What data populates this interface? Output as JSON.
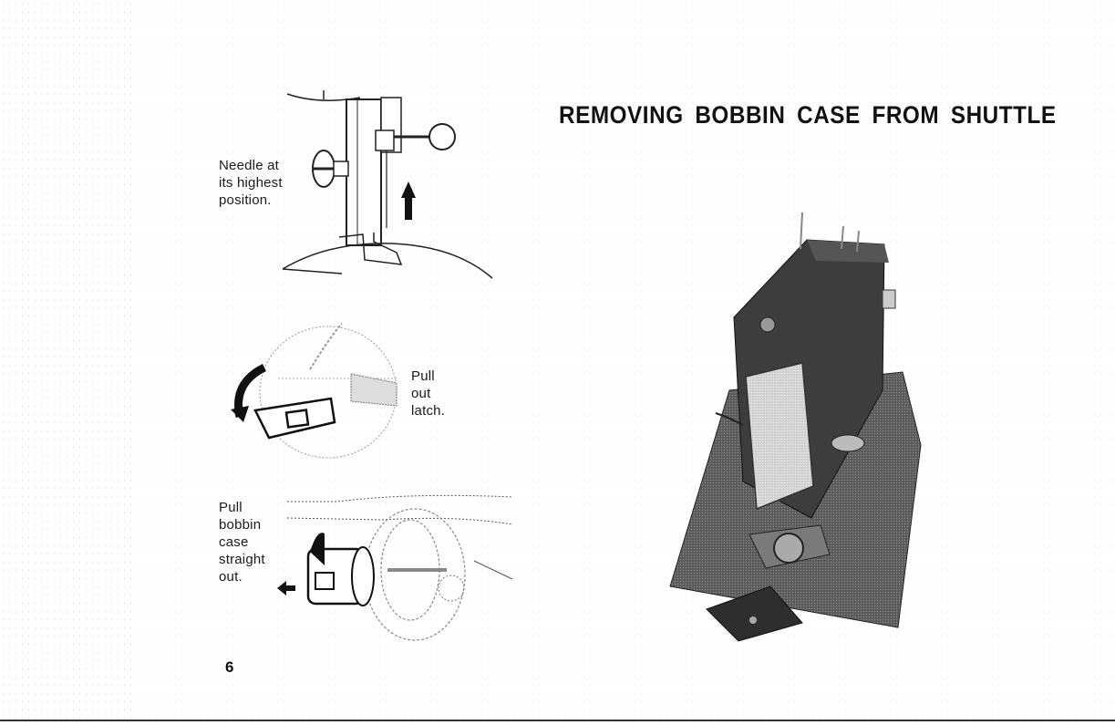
{
  "page": {
    "title": "REMOVING BOBBIN CASE FROM SHUTTLE",
    "page_number": "6"
  },
  "figures": [
    {
      "caption": "Needle at\nits highest\nposition.",
      "icon": "arrow-up-icon"
    },
    {
      "caption": "Pull\nout\nlatch.",
      "icon": "curved-arrow-icon"
    },
    {
      "caption": "Pull\nbobbin\ncase\nstraight\nout.",
      "icon": "arrow-left-icon"
    }
  ],
  "photo": {
    "icon": "sewing-machine-photo"
  }
}
